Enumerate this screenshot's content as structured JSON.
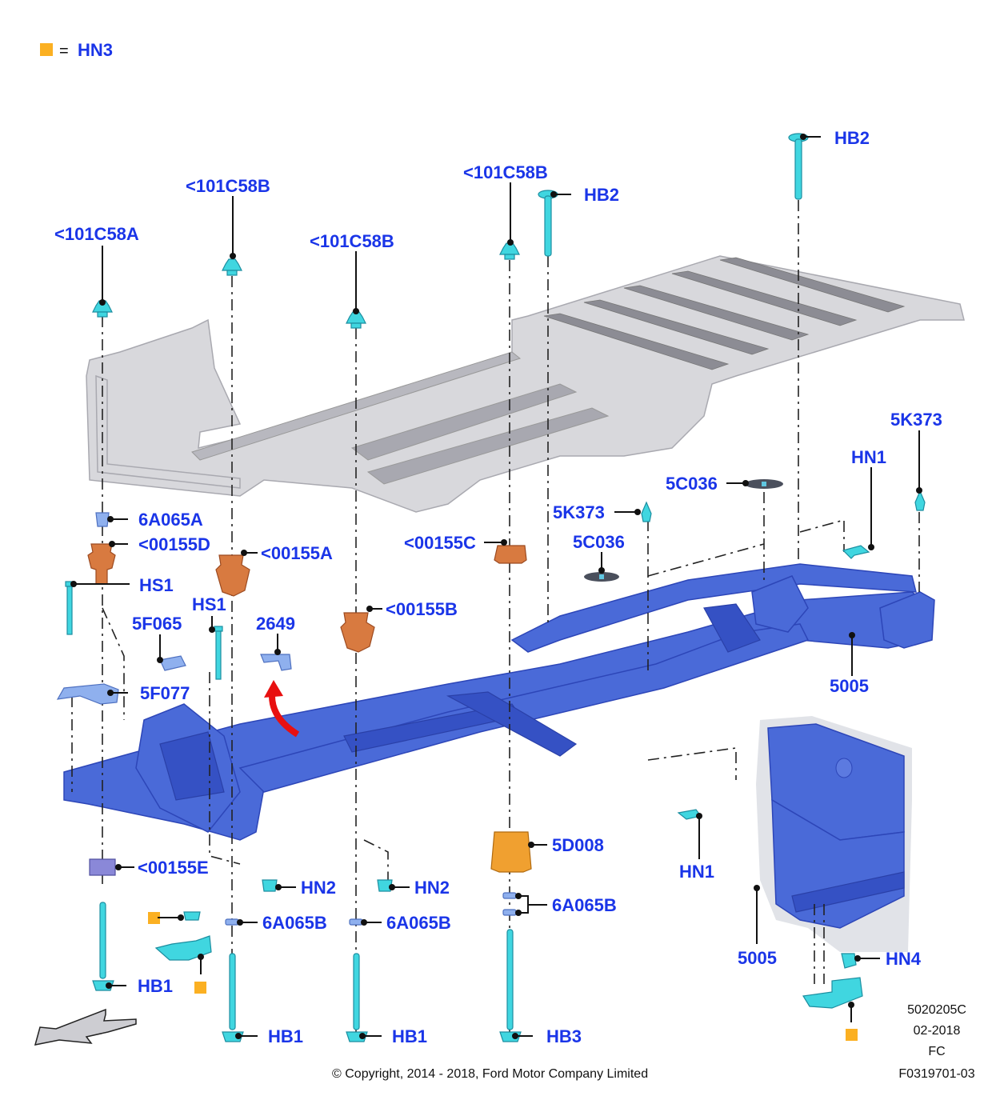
{
  "legend": {
    "symbol": "orange-square",
    "equals": "=",
    "code": "HN3",
    "color": "#fbb022"
  },
  "callouts": {
    "c101c58a": "<101C58A",
    "c101c58b_1": "<101C58B",
    "c101c58b_2": "<101C58B",
    "c101c58b_3": "<101C58B",
    "hb2_1": "HB2",
    "hb2_2": "HB2",
    "c6a065a": "6A065A",
    "c00155d": "<00155D",
    "c00155a": "<00155A",
    "c00155c": "<00155C",
    "c00155b": "<00155B",
    "c00155e": "<00155E",
    "hs1_1": "HS1",
    "hs1_2": "HS1",
    "c5f065": "5F065",
    "c2649": "2649",
    "c5f077": "5F077",
    "c5k373_1": "5K373",
    "c5k373_2": "5K373",
    "c5c036_1": "5C036",
    "c5c036_2": "5C036",
    "hn1_1": "HN1",
    "hn1_2": "HN1",
    "c5005_1": "5005",
    "c5005_2": "5005",
    "c5d008": "5D008",
    "hn2_1": "HN2",
    "hn2_2": "HN2",
    "c6a065b_1": "6A065B",
    "c6a065b_2": "6A065B",
    "c6a065b_3": "6A065B",
    "hb1_1": "HB1",
    "hb1_2": "HB1",
    "hb1_3": "HB1",
    "hb3": "HB3",
    "hn4": "HN4"
  },
  "parts_icons": {
    "body_mount_washer": "cyan-retainer-icon",
    "bolt": "cyan-bolt-icon",
    "insulator": "copper-insulator-icon",
    "frame": "blue-frame-icon",
    "body": "gray-body-floor-icon",
    "front_arrow": "direction-arrow-icon",
    "rotation_arrow": "red-curved-arrow-icon"
  },
  "footer": {
    "copyright": "© Copyright, 2014 - 2018, Ford Motor Company Limited",
    "illustration_id": "5020205C",
    "date": "02-2018",
    "market": "FC",
    "figure_ref": "F0319701-03"
  },
  "colors": {
    "label_blue": "#1a35e8",
    "frame_blue": "#4a6ad8",
    "fastener_cyan": "#40d6e0",
    "insulator_copper": "#d87a40",
    "hn3_orange": "#fbb022",
    "arrow_red": "#e81010"
  }
}
